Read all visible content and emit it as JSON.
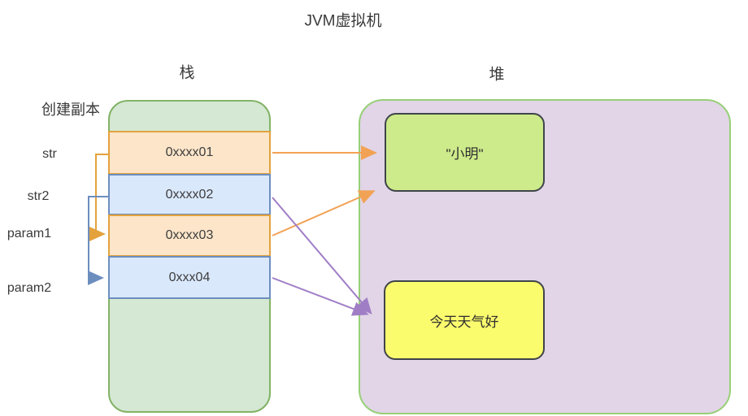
{
  "title": "JVM虚拟机",
  "copy_note": "创建副本",
  "stack": {
    "label": "栈",
    "frames": [
      {
        "var": "str",
        "address": "0xxxx01",
        "style": "orange"
      },
      {
        "var": "str2",
        "address": "0xxxx02",
        "style": "blue"
      },
      {
        "var": "param1",
        "address": "0xxxx03",
        "style": "orange"
      },
      {
        "var": "param2",
        "address": "0xxx04",
        "style": "blue"
      }
    ]
  },
  "heap": {
    "label": "堆",
    "objects": [
      {
        "text": "\"小明\"",
        "fill": "#cdeb8b"
      },
      {
        "text": "今天天气好",
        "fill": "#fbfb6e"
      }
    ]
  },
  "arrows": [
    {
      "from": "str (0xxxx01)",
      "to": "\"小明\"",
      "color": "#f2a254"
    },
    {
      "from": "param1 (0xxxx03)",
      "to": "\"小明\"",
      "color": "#f2a254"
    },
    {
      "from": "str2 (0xxxx02)",
      "to": "今天天气好",
      "color": "#a07ec6"
    },
    {
      "from": "param2 (0xxx04)",
      "to": "今天天气好",
      "color": "#a07ec6"
    },
    {
      "from": "str",
      "to": "param1",
      "color": "#e3a23c",
      "note": "创建副本"
    },
    {
      "from": "str2",
      "to": "param2",
      "color": "#6c8ebf",
      "note": "创建副本"
    }
  ],
  "colors": {
    "stack_fill": "#d5e8d4",
    "stack_border": "#82b366",
    "heap_fill": "#e1d5e7",
    "heap_border": "#97d077",
    "frame_orange_fill": "#fce5c9",
    "frame_orange_border": "#e2a33e",
    "frame_blue_fill": "#dae8fc",
    "frame_blue_border": "#6c8ebf",
    "object_border": "#3f444a",
    "arrow_orange": "#f2a254",
    "arrow_purple": "#a07ec6",
    "arrow_copy_orange": "#e3a23c",
    "arrow_copy_blue": "#6c8ebf",
    "text": "#3a3a3a"
  }
}
